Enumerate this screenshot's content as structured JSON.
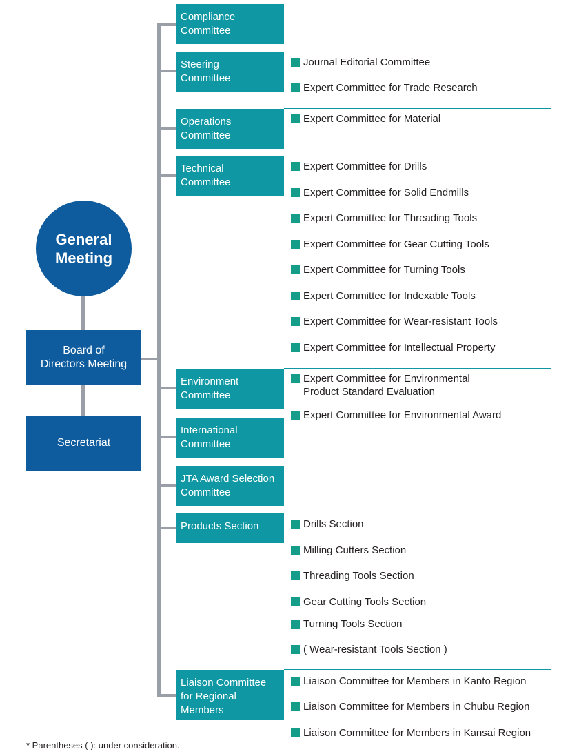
{
  "general_meeting": {
    "label": "General\nMeeting"
  },
  "board": {
    "label": "Board of\nDirectors Meeting"
  },
  "secretariat": {
    "label": "Secretariat"
  },
  "colors": {
    "navy": "#0e5c9e",
    "teal": "#0f98a4",
    "bullet": "#169d8a",
    "connector": "#9a9ea6"
  },
  "bullet_icon": "square-bullet-icon",
  "committees": [
    {
      "label": "Compliance\nCommittee",
      "items": []
    },
    {
      "label": "Steering\nCommittee",
      "items": [
        "Journal Editorial Committee",
        "Expert Committee for Trade Research"
      ]
    },
    {
      "label": "Operations\nCommittee",
      "items": [
        "Expert Committee for Material"
      ]
    },
    {
      "label": "Technical\nCommittee",
      "items": [
        "Expert Committee for Drills",
        "Expert Committee for Solid Endmills",
        "Expert Committee for Threading Tools",
        "Expert Committee for Gear Cutting Tools",
        "Expert Committee for Turning Tools",
        "Expert Committee for Indexable Tools",
        "Expert Committee for Wear-resistant Tools",
        "Expert Committee for Intellectual Property"
      ]
    },
    {
      "label": "Environment\nCommittee",
      "items": [
        "Expert Committee for Environmental\nProduct Standard Evaluation",
        "Expert Committee for Environmental Award"
      ]
    },
    {
      "label": "International\nCommittee",
      "items": []
    },
    {
      "label": "JTA Award Selection\nCommittee",
      "items": []
    },
    {
      "label": "Products Section",
      "items": [
        "Drills Section",
        "Milling Cutters Section",
        "Threading Tools Section",
        "Gear Cutting Tools Section",
        "Turning Tools Section",
        "( Wear-resistant Tools Section )"
      ]
    },
    {
      "label": "Liaison Committee\nfor Regional\nMembers",
      "items": [
        "Liaison Committee for Members in Kanto Region",
        "Liaison Committee for Members in Chubu Region",
        "Liaison Committee for Members in Kansai Region"
      ]
    }
  ],
  "footnote": "* Parentheses (  ): under consideration."
}
